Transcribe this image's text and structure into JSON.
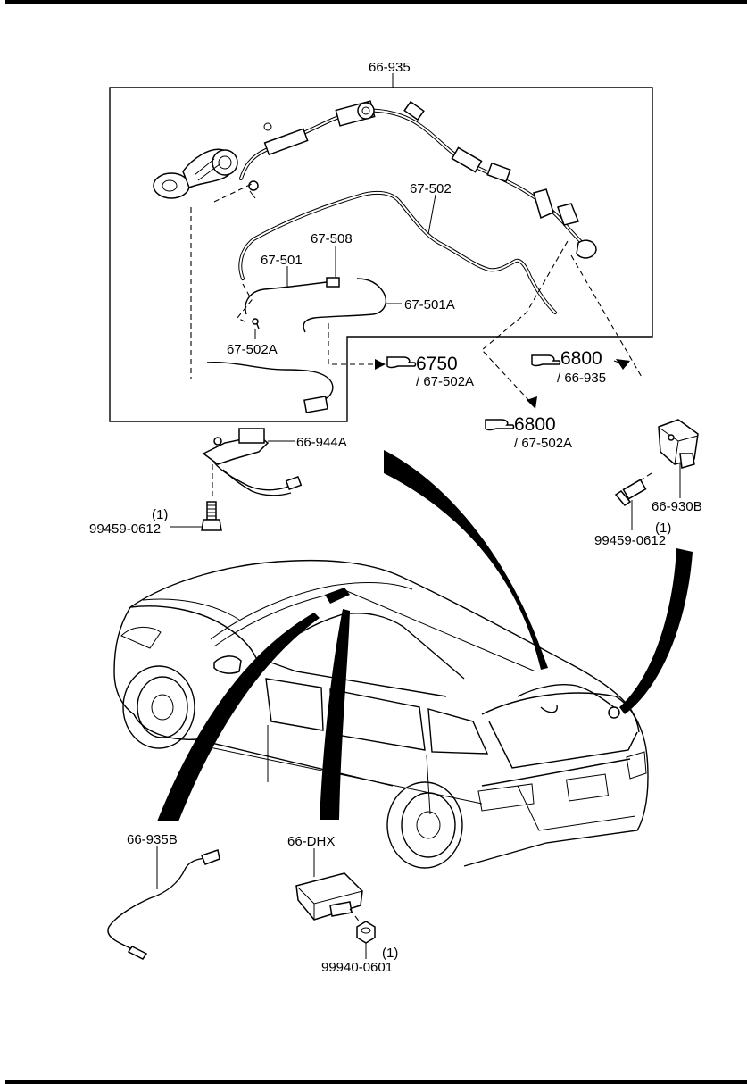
{
  "labels": {
    "antenna_assembly": "66-935",
    "feeder_67_502": "67-502",
    "connector_67_508": "67-508",
    "feeder_67_501": "67-501",
    "feeder_67_501A": "67-501A",
    "feeder_67_502A": "67-502A",
    "bracket_66_944A": "66-944A",
    "bolt_left_qty": "(1)",
    "bolt_left_part": "99459-0612",
    "module_66_930B": "66-930B",
    "bolt_right_part": "99459-0612",
    "bolt_right_qty": "(1)",
    "cable_66_935B": "66-935B",
    "unit_66_DHX": "66-DHX",
    "nut_qty": "(1)",
    "nut_part": "99940-0601"
  },
  "references": {
    "ref_6750": {
      "number": "6750",
      "sub": "/ 67-502A"
    },
    "ref_6800_a": {
      "number": "6800",
      "sub": "/ 66-935"
    },
    "ref_6800_b": {
      "number": "6800",
      "sub": "/ 67-502A"
    }
  },
  "icons": [
    "pointing-hand-icon"
  ]
}
